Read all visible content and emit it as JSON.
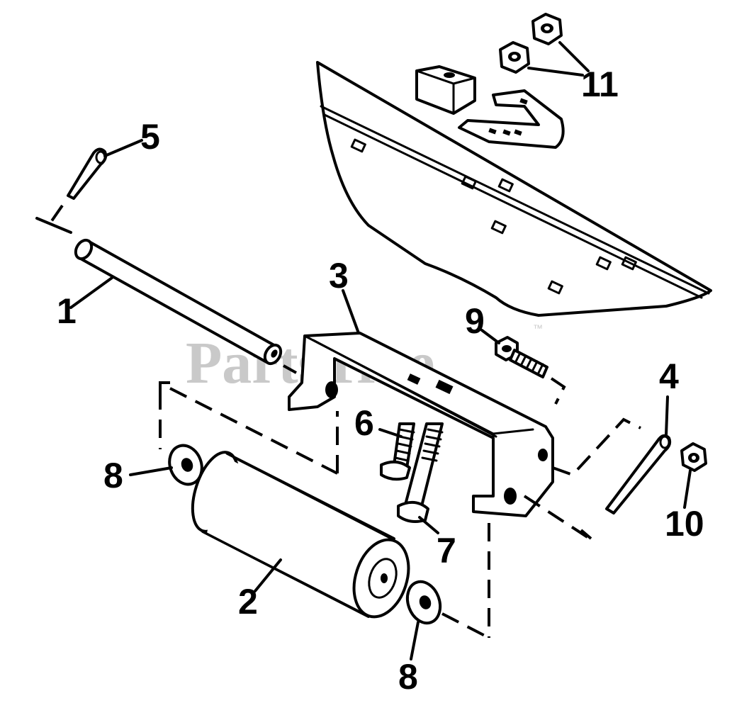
{
  "watermark": {
    "text": "PartsTree",
    "trademark": "™"
  },
  "callouts": [
    {
      "id": "1",
      "label": "1"
    },
    {
      "id": "2",
      "label": "2"
    },
    {
      "id": "3",
      "label": "3"
    },
    {
      "id": "4",
      "label": "4"
    },
    {
      "id": "5",
      "label": "5"
    },
    {
      "id": "6",
      "label": "6"
    },
    {
      "id": "7",
      "label": "7"
    },
    {
      "id": "8a",
      "label": "8"
    },
    {
      "id": "8b",
      "label": "8"
    },
    {
      "id": "9",
      "label": "9"
    },
    {
      "id": "10",
      "label": "10"
    },
    {
      "id": "11",
      "label": "11"
    }
  ],
  "colors": {
    "ink": "#000000",
    "paper": "#ffffff",
    "watermark": "#c9c9c9"
  }
}
